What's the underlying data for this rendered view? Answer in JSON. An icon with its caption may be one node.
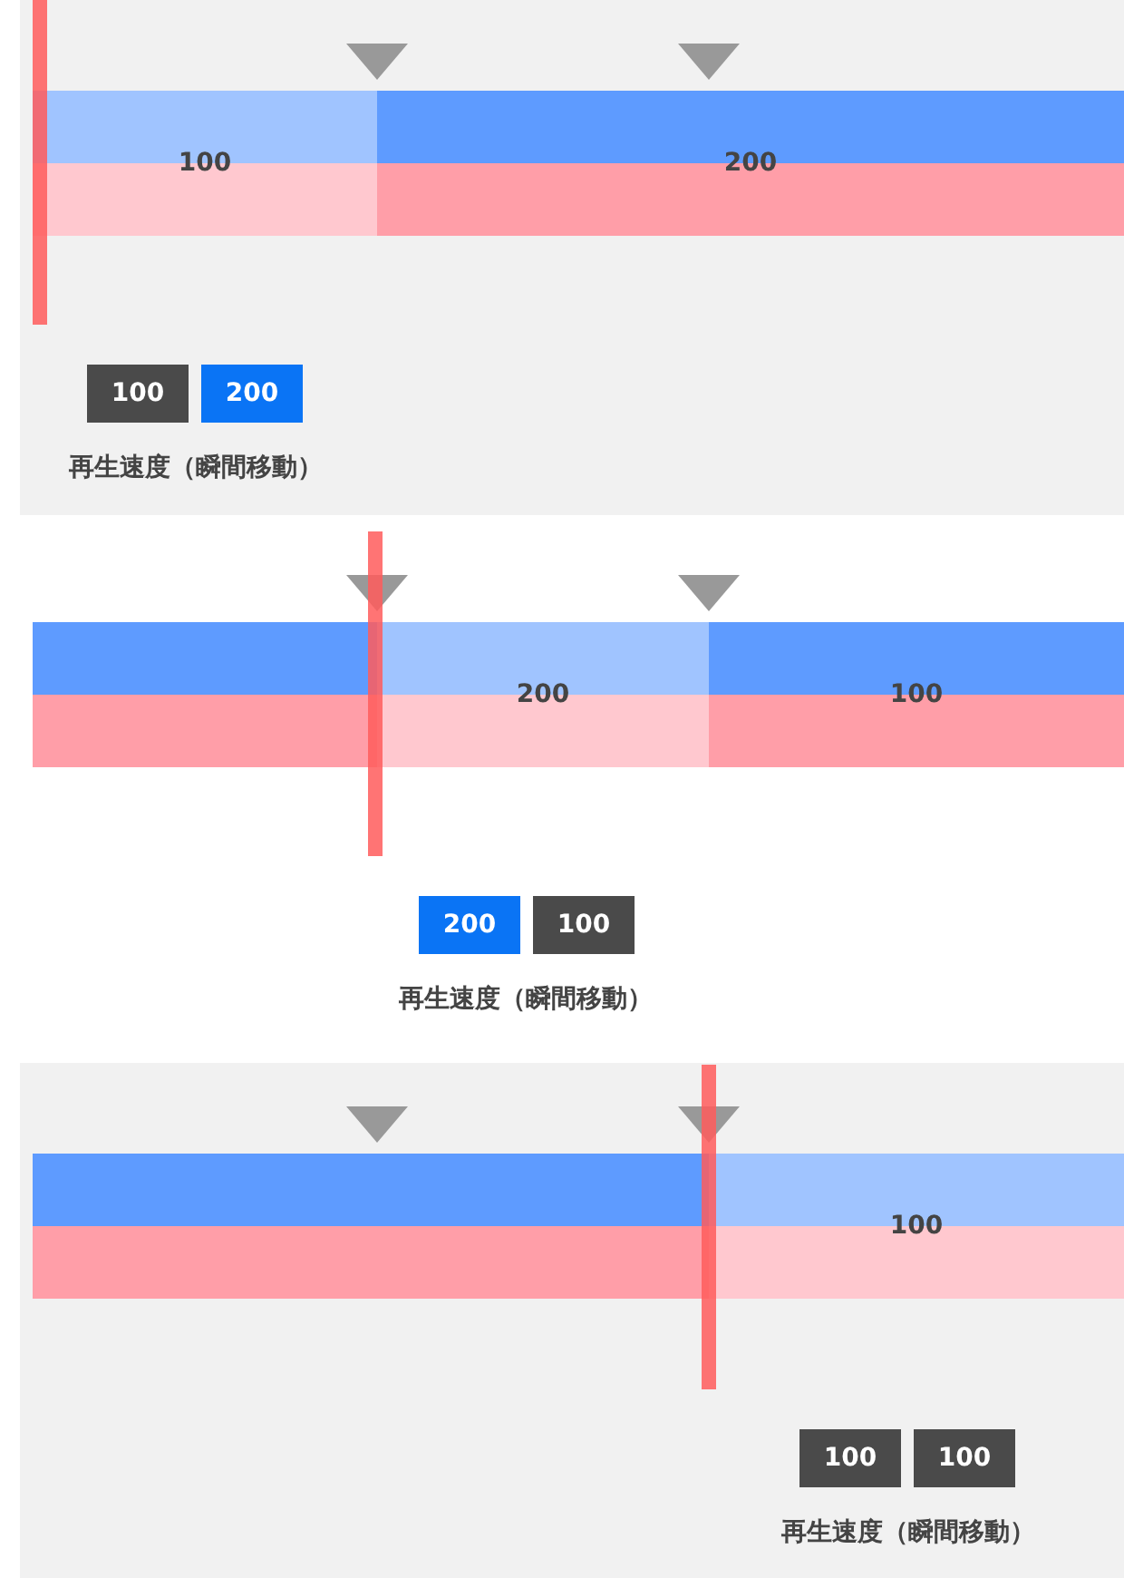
{
  "diagram": {
    "nodes": [
      {
        "text": [
          "100"
        ]
      },
      {
        "text": [
          "200"
        ]
      },
      {
        "text": [
          "100"
        ]
      },
      {
        "text": [
          "200"
        ]
      },
      {
        "text": [],
        "shape": "bar"
      },
      {
        "text": [
          "200"
        ]
      },
      {
        "text": [
          "100"
        ]
      },
      {
        "text": [
          "200"
        ]
      },
      {
        "text": [
          "100"
        ]
      },
      {
        "text": [],
        "shape": "bar"
      },
      {
        "text": [
          "100"
        ]
      },
      {
        "text": [
          "100"
        ]
      },
      {
        "text": [
          "100"
        ]
      }
    ],
    "edges": [],
    "labels": [
      "再生速度（瞬間移動）",
      "再生速度（瞬間移動）",
      "再生速度（瞬間移動）"
    ]
  }
}
